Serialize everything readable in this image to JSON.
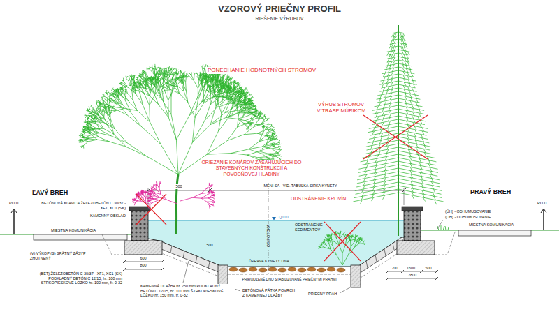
{
  "diagram": {
    "title": "VZOROVÝ PRIEČNY PROFIL",
    "labels": [
      "RIEŠENIE VÝRUBOV",
      "PONECHANIE HODNOTNÝCH STROMOV",
      "VÝRUB STROMOV V TRASE MÚRIKOV",
      "ORIEZANIE KONÁROV ZASAHUJÚCICH DO STAVEBNÝCH KONŠTRUKCIÍ A POVODŇOVEJ HLADINY",
      "ODSTRÁNENIE KROVÍN",
      "ĽAVÝ BREH",
      "PRAVÝ BREH",
      "PLOT",
      "PLOT",
      "MIESTNA KOMUNIKÁCIA",
      "MIESTNA KOMUNIKÁCIA",
      "BETÓNOVÁ KLAVICA ŽELEZOBETÓN C 30/37 - XF1, XC1 (SK)",
      "KAMENNÝ OBKLAD",
      "(V) VÝKOP (S) SPÄTNÝ ZÁSYP ZHUTNENÝ",
      "(BET) ŽELEZOBETÓN C 30/37 - XF1, XC1 (SK) PODKLADNÝ BETÓN C 12/15, hr. 100 mm ŠTRKOPIESKOVÉ LÔŽKO hr. 100 mm, fr. 0-32",
      "KAMENNÁ DLAŽBA hr. 250 mm PODKLADNÝ BETÓN C 12/15, hr. 100 mm ŠTRKOPIESKOVÉ LÔŽKO hr. 150 mm, fr. 0-32",
      "BETÓNOVÁ PÄTKA POVRCH Z KAMENNEJ DLAŽBY",
      "PRIRODZENÉ DNO STABILIZOVANÉ PRIEČNYMI PRAHMI",
      "PRIEČNY PRAH",
      "ÚPRAVA KYNETY DNA",
      "ODSTRÁNENIE SEDIMENTOV",
      "OS POTOKA",
      "MENI SA - VIĎ. TABUĽKA ŠÍRKA KYNETY",
      "Q100",
      "(ÚH) - ODHUMUSOVANIE",
      "(OH) - ODHUMUSOVANIE",
      "500",
      "500",
      "600",
      "800",
      "200",
      "1600",
      "500",
      "2800"
    ]
  }
}
